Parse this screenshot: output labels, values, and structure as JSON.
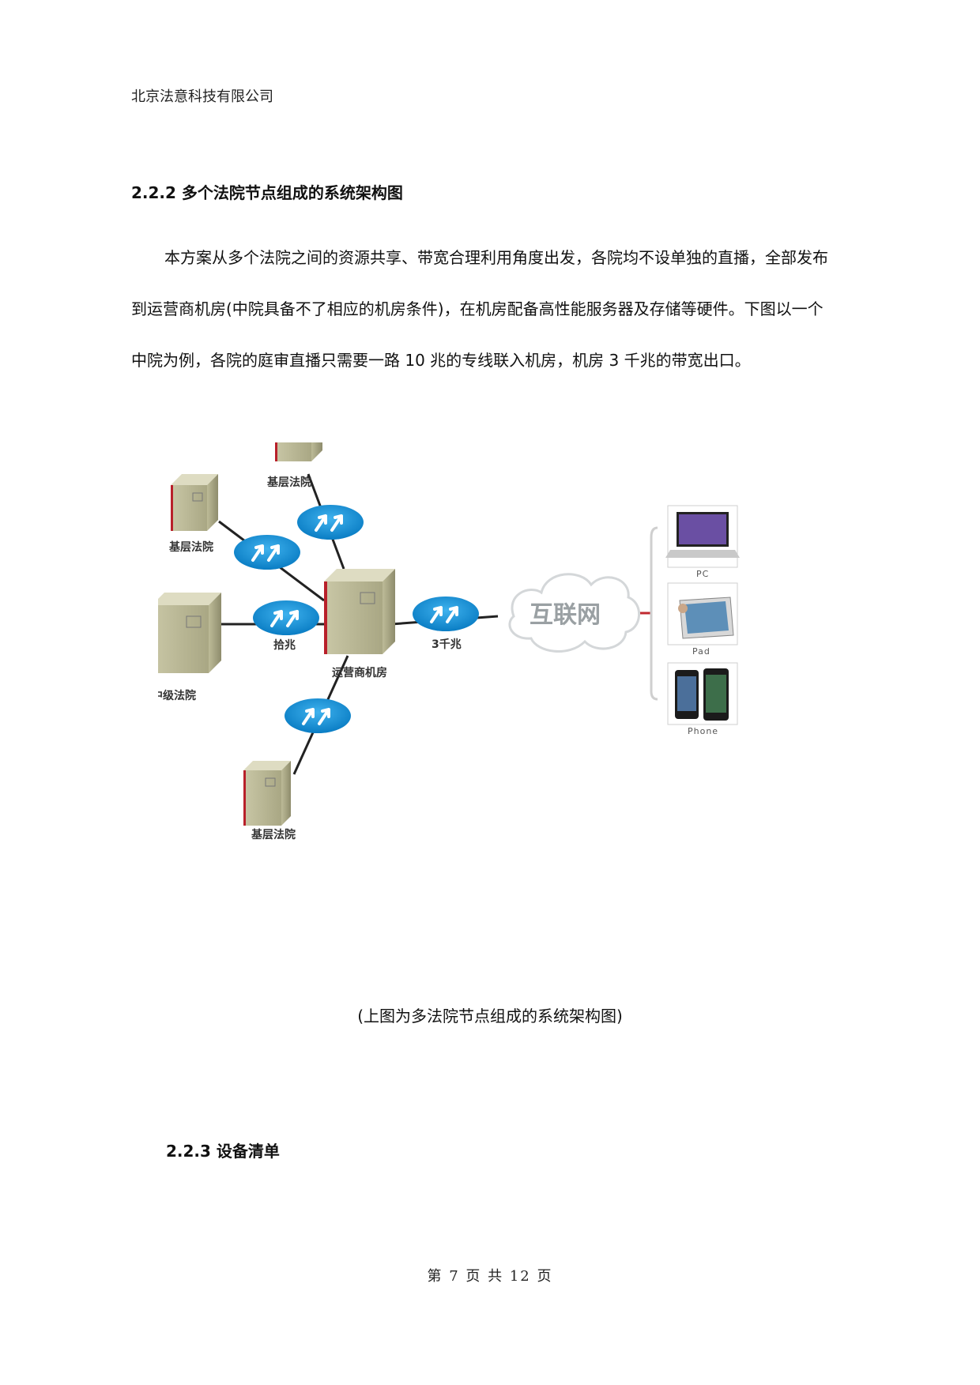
{
  "header": {
    "company": "北京法意科技有限公司"
  },
  "section1": {
    "heading": "2.2.2 多个法院节点组成的系统架构图",
    "lines": [
      "本方案从多个法院之间的资源共享、带宽合理利用角度出发，各院均不设单独的直播，全部发布",
      "到运营商机房(中院具备不了相应的机房条件)，在机房配备高性能服务器及存储等硬件。下图以一个",
      "中院为例，各院的庭审直播只需要一路 10 兆的专线联入机房，机房 3 千兆的带宽出口。"
    ]
  },
  "diagram": {
    "nodes": {
      "top": "基层法院",
      "left_upper": "基层法院",
      "middle": "中级法院",
      "bottom": "基层法院",
      "center": "运营商机房"
    },
    "links": {
      "left": "拾兆",
      "right": "3千兆"
    },
    "cloud": "互联网",
    "devices": [
      "PC",
      "Pad",
      "Phone"
    ]
  },
  "caption": "(上图为多法院节点组成的系统架构图)",
  "section2": {
    "heading": "2.2.3  设备清单"
  },
  "footer": {
    "text": "第 7 页 共 12 页"
  }
}
